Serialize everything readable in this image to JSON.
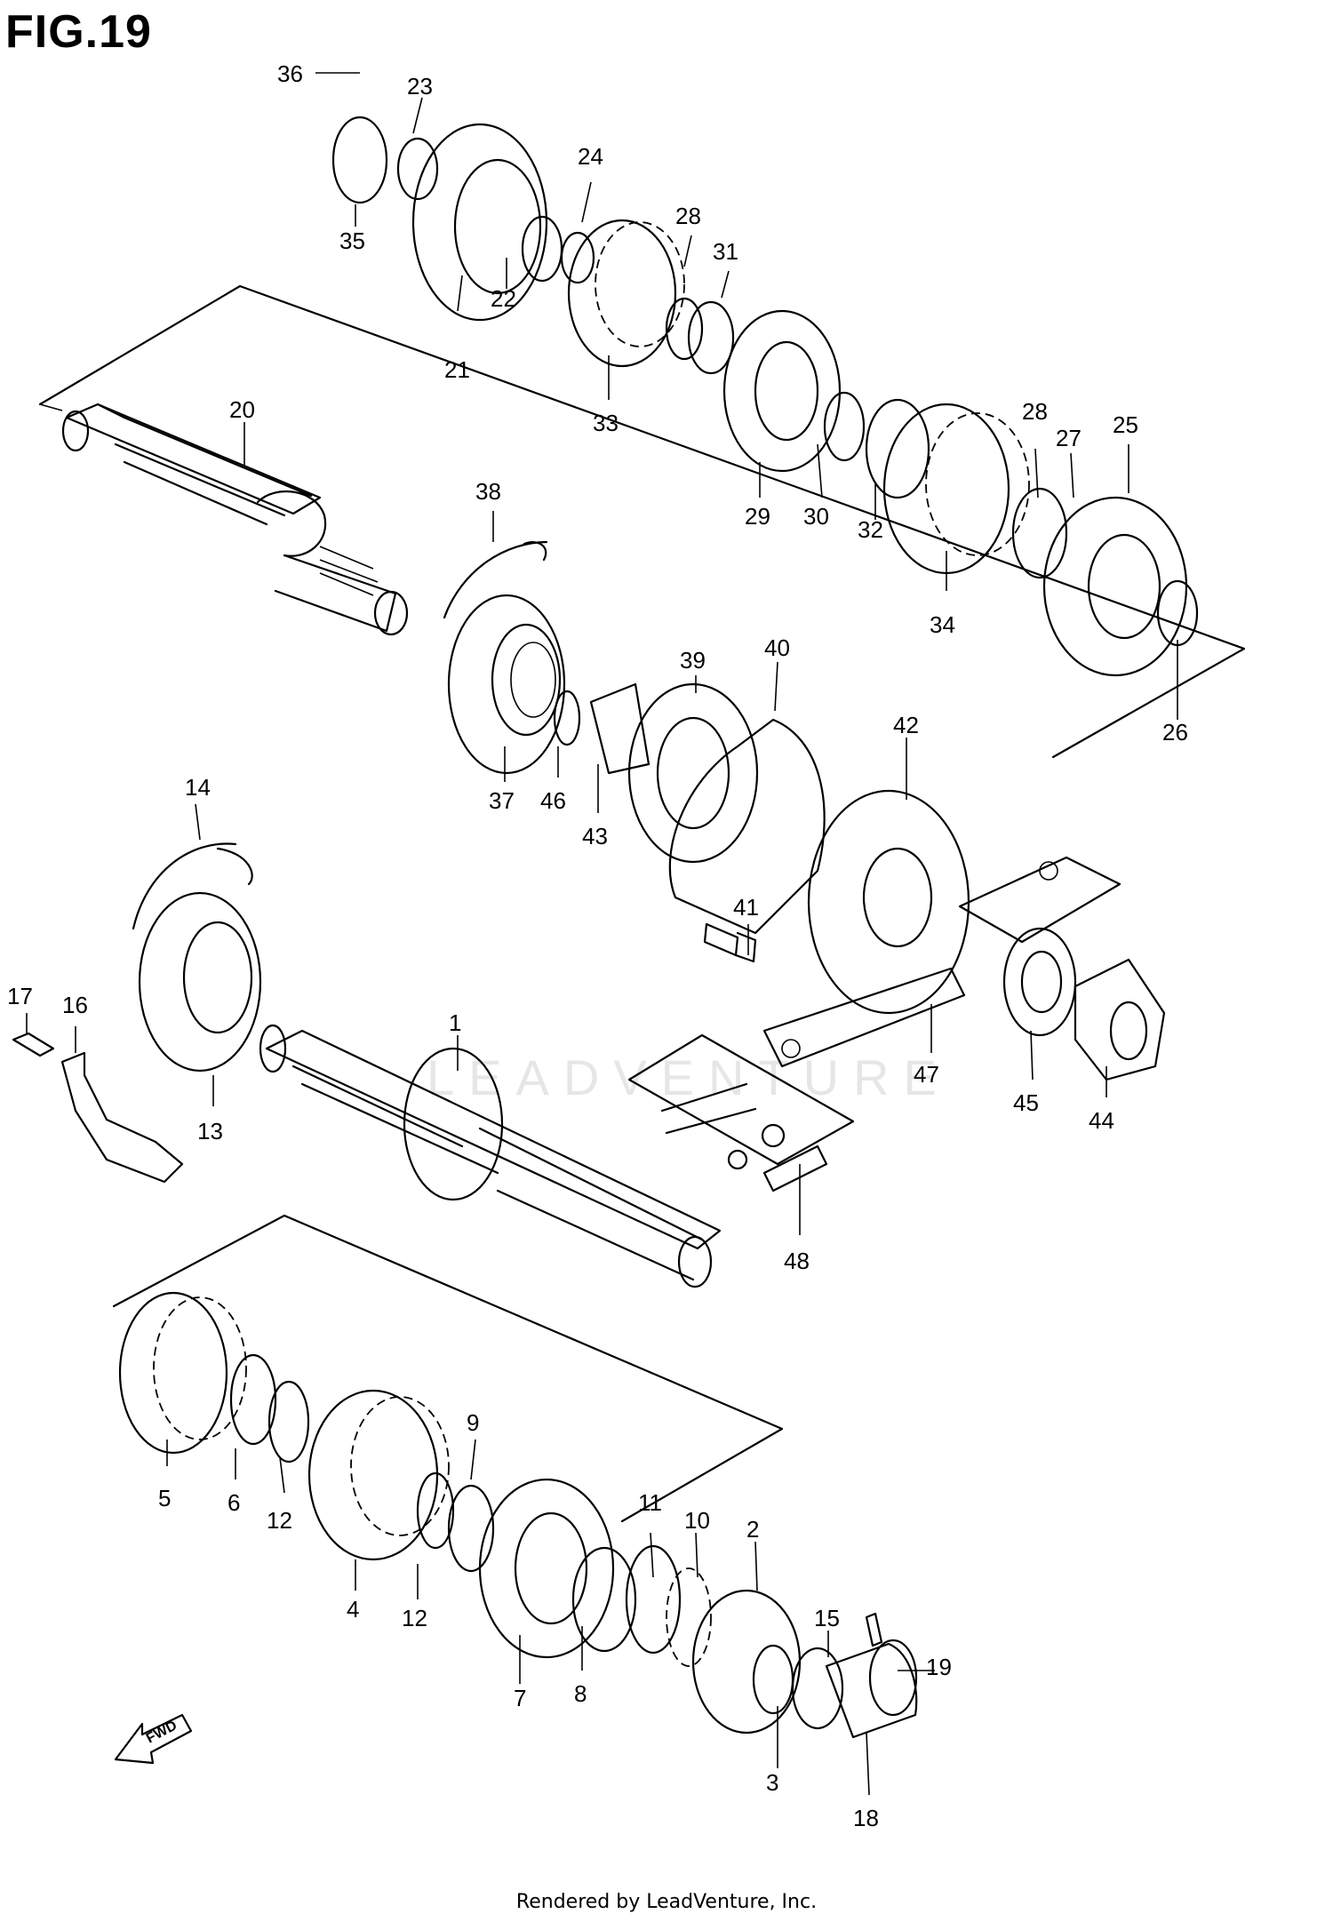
{
  "title": "FIG.19",
  "watermark": "LEADVENTURE",
  "footer": "Rendered by LeadVenture, Inc.",
  "fwd_label": "FWD",
  "callouts": [
    "1",
    "2",
    "3",
    "4",
    "5",
    "6",
    "7",
    "8",
    "9",
    "10",
    "11",
    "12",
    "12",
    "13",
    "14",
    "15",
    "16",
    "17",
    "18",
    "19",
    "20",
    "21",
    "22",
    "23",
    "24",
    "25",
    "26",
    "27",
    "28",
    "28",
    "29",
    "30",
    "31",
    "32",
    "33",
    "34",
    "35",
    "36",
    "37",
    "38",
    "39",
    "40",
    "41",
    "42",
    "43",
    "44",
    "45",
    "46",
    "47",
    "48"
  ]
}
